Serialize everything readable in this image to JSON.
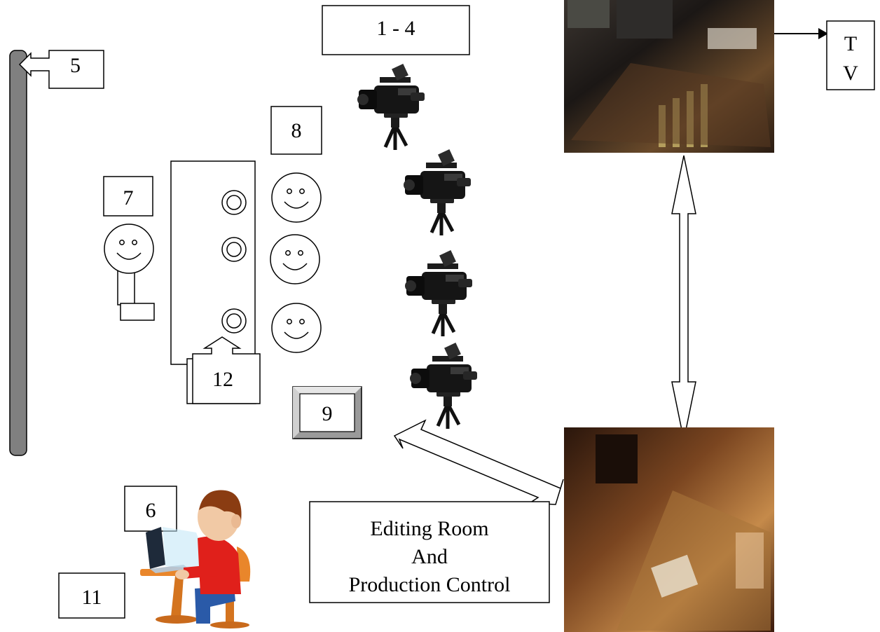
{
  "labels": {
    "top_cameras": "1 - 4",
    "screen": "5",
    "presenter_monitor": "6",
    "host": "7",
    "guests": "8",
    "floor_monitor": "9",
    "computer": "11",
    "desk_mics": "12",
    "tv_line1": "T",
    "tv_line2": "V",
    "editing_line1": "Editing Room",
    "editing_line2": "And",
    "editing_line3": "Production Control"
  },
  "icons": {
    "camera": "video-camera-on-tripod-icon",
    "face": "smiley-face-icon",
    "mic": "microphone-icon",
    "operator": "person-at-computer-icon",
    "control_room": "control-room-photo",
    "production_console": "production-console-photo"
  },
  "colors": {
    "screen_bar": "#808080",
    "monitor_bevel": "#9a9a9a",
    "operator_shirt": "#e0201b",
    "operator_hair": "#8a3c12",
    "desk": "#e9862b",
    "photo_dark": "#2a1a10",
    "photo_warm": "#b5652e"
  }
}
